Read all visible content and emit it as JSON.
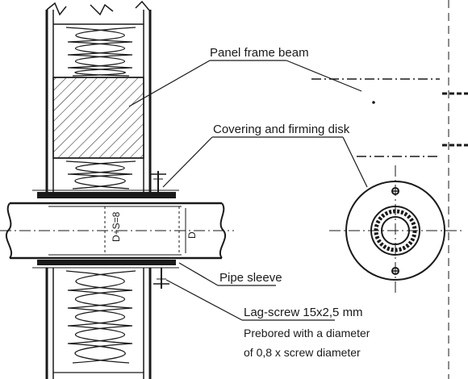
{
  "labels": {
    "panel_frame_beam": "Panel frame beam",
    "covering_firming_disk": "Covering and firming disk",
    "pipe_sleeve": "Pipe sleeve",
    "lag_screw": "Lag-screw 15x2,5 mm",
    "prebored_line1": "Prebored with a diameter",
    "prebored_line2": "of 0,8 x screw diameter"
  },
  "dimensions": {
    "sleeve_diameter": "D+S=8",
    "pipe_diameter": "D"
  },
  "colors": {
    "ink": "#1a1a1a",
    "background": "#ffffff"
  }
}
